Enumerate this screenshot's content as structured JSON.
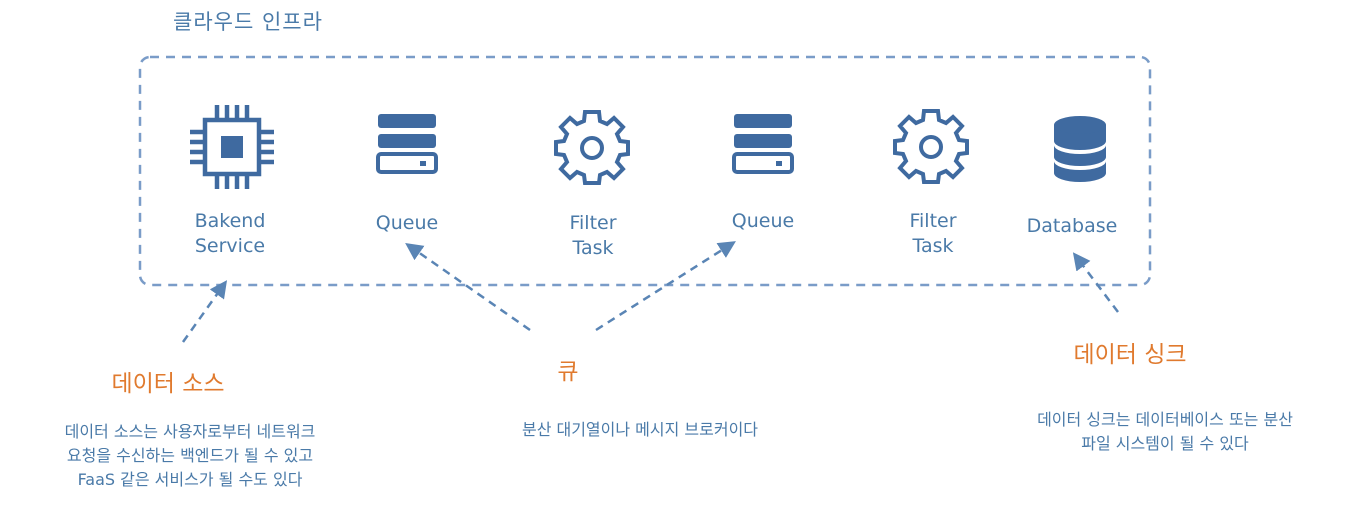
{
  "title": "클라우드 인프라",
  "nodes": [
    {
      "icon": "cpu-chip-icon",
      "lines": [
        "Bakend",
        "Service"
      ]
    },
    {
      "icon": "server-stack-icon",
      "lines": [
        "Queue"
      ]
    },
    {
      "icon": "gear-icon",
      "lines": [
        "Filter",
        "Task"
      ]
    },
    {
      "icon": "server-stack-icon",
      "lines": [
        "Queue"
      ]
    },
    {
      "icon": "gear-icon",
      "lines": [
        "Filter",
        "Task"
      ]
    },
    {
      "icon": "database-icon",
      "lines": [
        "Database"
      ]
    }
  ],
  "callouts": {
    "source": {
      "label": "데이터 소스",
      "desc": [
        "데이터 소스는 사용자로부터 네트워크",
        "요청을 수신하는 백엔드가 될 수 있고",
        "FaaS 같은 서비스가 될 수도 있다"
      ]
    },
    "queue": {
      "label": "큐",
      "desc": [
        "분산 대기열이나 메시지 브로커이다"
      ]
    },
    "sink": {
      "label": "데이터 싱크",
      "desc": [
        "데이터 싱크는 데이터베이스 또는 분산",
        "파일 시스템이 될 수 있다"
      ]
    }
  },
  "colors": {
    "primary": "#3f6aa0",
    "label": "#4a7aa8",
    "accent": "#e07a2e",
    "border": "#7a9cc8"
  }
}
